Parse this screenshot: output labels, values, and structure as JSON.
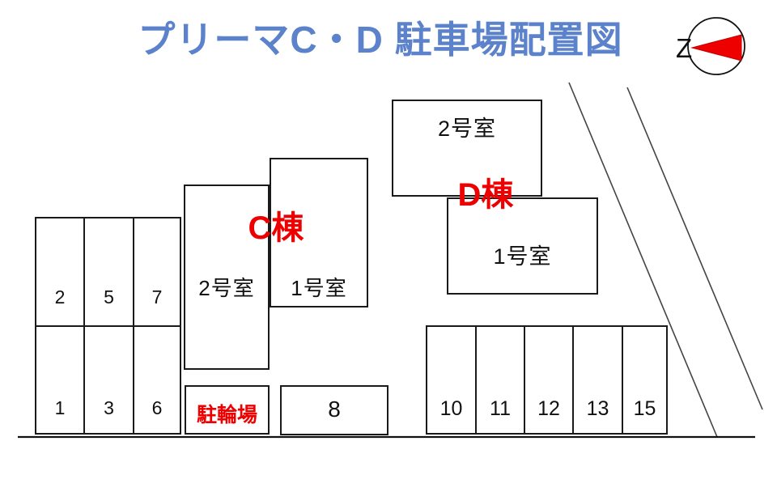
{
  "title": "プリーマC・D 駐車場配置図",
  "compass": {
    "north_letter": "Z"
  },
  "buildings": {
    "c": {
      "name": "C棟",
      "room2": "2号室",
      "room1": "1号室"
    },
    "d": {
      "name": "D棟",
      "room2": "2号室",
      "room1": "1号室"
    }
  },
  "parking": {
    "left_block": {
      "top_row": [
        "2",
        "5",
        "7"
      ],
      "bottom_row": [
        "1",
        "3",
        "6"
      ]
    },
    "stall_8": "8",
    "right_block": [
      "10",
      "11",
      "12",
      "13",
      "15"
    ]
  },
  "bicycle_parking_label": "駐輪場",
  "colors": {
    "title_blue": "#5B82CB",
    "accent_red": "#EE0000"
  }
}
